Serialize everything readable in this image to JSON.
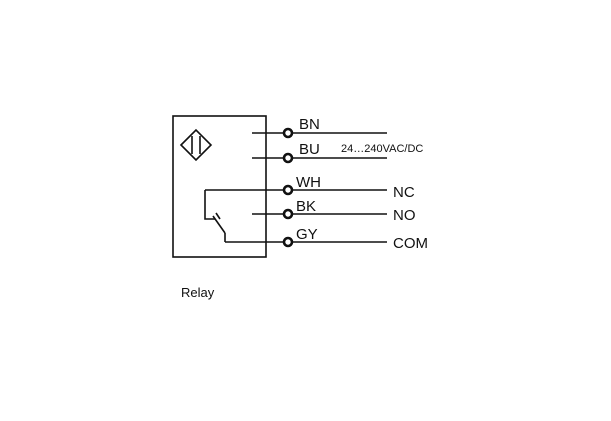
{
  "wires": [
    {
      "code": "BN",
      "label": ""
    },
    {
      "code": "BU",
      "label": ""
    },
    {
      "code": "WH",
      "label": "NC"
    },
    {
      "code": "BK",
      "label": "NO"
    },
    {
      "code": "GY",
      "label": "COM"
    }
  ],
  "supply_label": "24…240VAC/DC",
  "caption": "Relay"
}
